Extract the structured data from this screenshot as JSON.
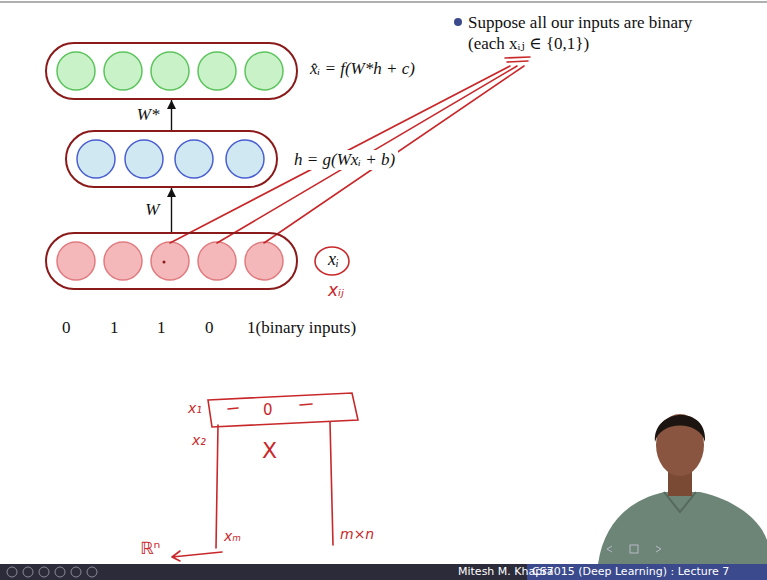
{
  "diagram": {
    "nodes": [
      {
        "text": [
          "x̂ᵢ = f(W*h + c)"
        ]
      },
      {
        "text": [
          "h = g(Wxᵢ + b)"
        ]
      },
      {
        "text": [
          "xᵢ"
        ]
      }
    ],
    "edges": [
      {
        "from": 2,
        "to": 1,
        "arrow": "to",
        "label": "W"
      },
      {
        "from": 1,
        "to": 0,
        "arrow": "to",
        "label": "W*"
      }
    ],
    "labels": [
      "Suppose all our inputs are binary (each xᵢⱼ ∈ {0,1})",
      "0",
      "1",
      "1",
      "0",
      "1(binary inputs)",
      "xᵢⱼ",
      "x₁",
      "x₂",
      "X",
      "0",
      "xₘ",
      "m×n",
      "ℝⁿ",
      "Mitesh M. Khapra",
      "CS7015 (Deep Learning) : Lecture 7"
    ]
  }
}
